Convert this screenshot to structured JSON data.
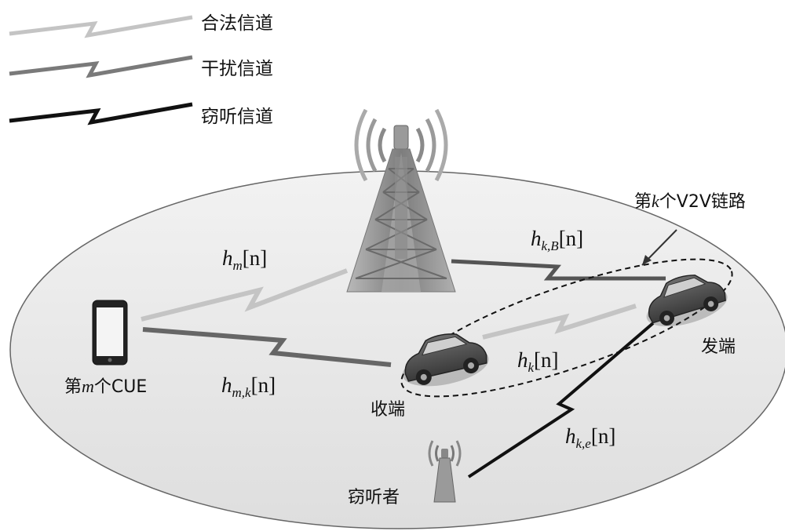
{
  "legend": {
    "legit_label": "合法信道",
    "interf_label": "干扰信道",
    "eaves_label": "窃听信道"
  },
  "colors": {
    "legit": "#c4c4c4",
    "interf": "#7a7a7a",
    "eaves": "#111111",
    "cell_fill": "#e8e8e8"
  },
  "labels": {
    "cue": {
      "prefix": "第",
      "var": "m",
      "suffix": "个CUE"
    },
    "v2v": {
      "prefix": "第",
      "var": "k",
      "suffix": "个V2V链路"
    },
    "receiver": "收端",
    "transmitter": "发端",
    "eavesdropper": "窃听者"
  },
  "channels": {
    "h_m": {
      "base": "h",
      "sub": "m",
      "arg": "[n]"
    },
    "h_kB": {
      "base": "h",
      "sub": "k,B",
      "arg": "[n]"
    },
    "h_mk": {
      "base": "h",
      "sub": "m,k",
      "arg": "[n]"
    },
    "h_k": {
      "base": "h",
      "sub": "k",
      "arg": "[n]"
    },
    "h_ke": {
      "base": "h",
      "sub": "k,e",
      "arg": "[n]"
    }
  }
}
